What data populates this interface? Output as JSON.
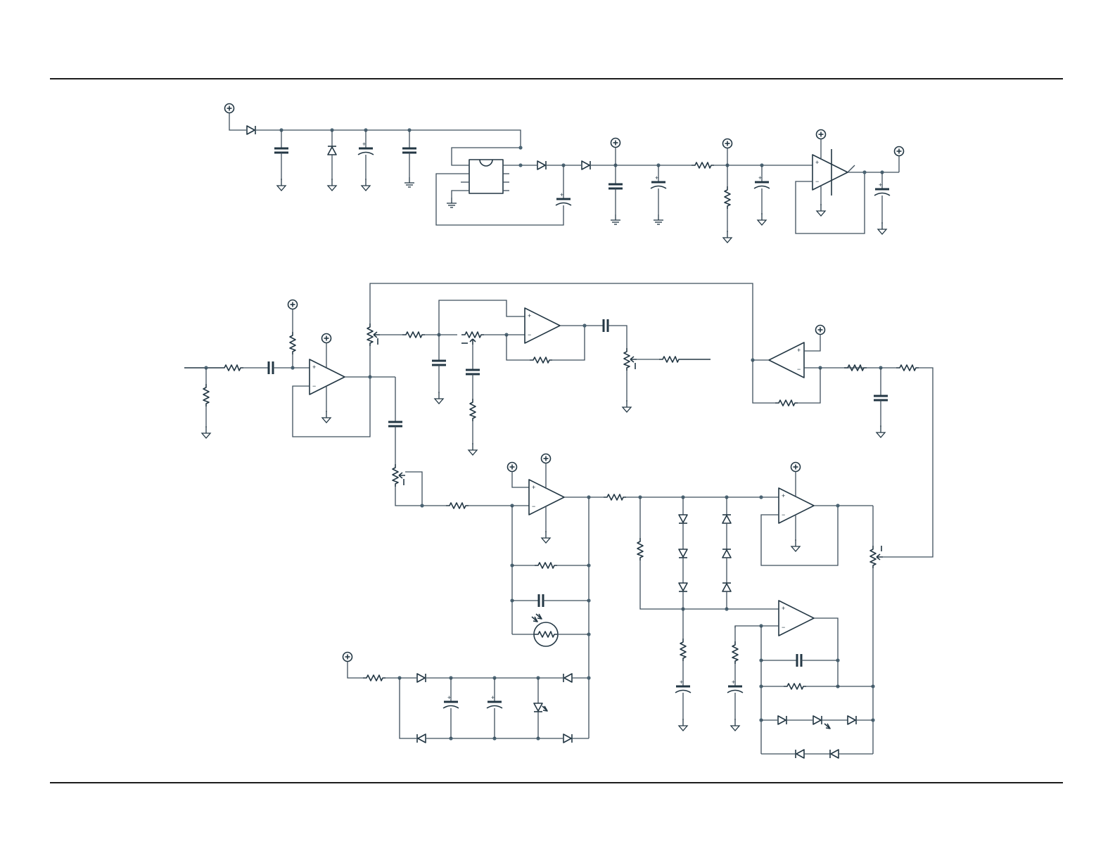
{
  "document": {
    "kind": "schematic",
    "text_labels": []
  },
  "symbols": {
    "supply_terminal": "plus-in-circle",
    "ground": "down-triangle",
    "opamp_plus": "+",
    "opamp_minus": "−",
    "polarity_plus": "+"
  },
  "colors": {
    "wire": "#3f4f5c",
    "component": "#233744",
    "junction": "#4b6473",
    "frame": "#1c1c1c"
  }
}
